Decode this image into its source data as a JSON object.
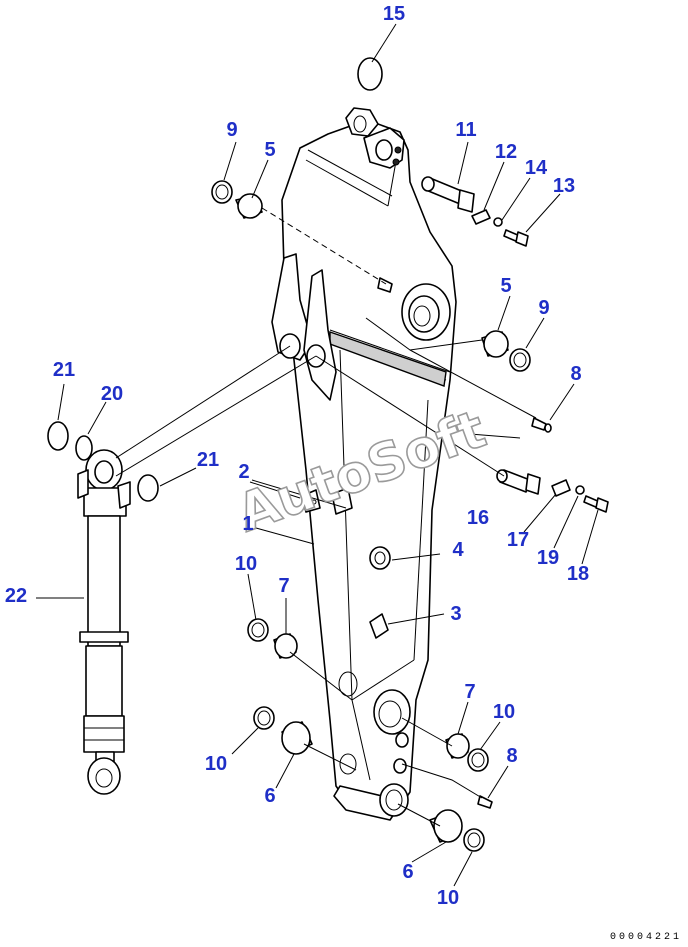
{
  "callouts": [
    {
      "label": "15"
    },
    {
      "label": "9"
    },
    {
      "label": "5"
    },
    {
      "label": "11"
    },
    {
      "label": "12"
    },
    {
      "label": "14"
    },
    {
      "label": "13"
    },
    {
      "label": "5"
    },
    {
      "label": "9"
    },
    {
      "label": "8"
    },
    {
      "label": "21"
    },
    {
      "label": "20"
    },
    {
      "label": "21"
    },
    {
      "label": "2"
    },
    {
      "label": "1"
    },
    {
      "label": "16"
    },
    {
      "label": "17"
    },
    {
      "label": "19"
    },
    {
      "label": "18"
    },
    {
      "label": "4"
    },
    {
      "label": "22"
    },
    {
      "label": "10"
    },
    {
      "label": "7"
    },
    {
      "label": "3"
    },
    {
      "label": "7"
    },
    {
      "label": "10"
    },
    {
      "label": "10"
    },
    {
      "label": "6"
    },
    {
      "label": "8"
    },
    {
      "label": "6"
    },
    {
      "label": "10"
    }
  ],
  "watermark": "AutoSoft",
  "drawing_id": "00004221",
  "colors": {
    "callout": "#1f2fc7",
    "line": "#000000",
    "background": "#ffffff"
  }
}
